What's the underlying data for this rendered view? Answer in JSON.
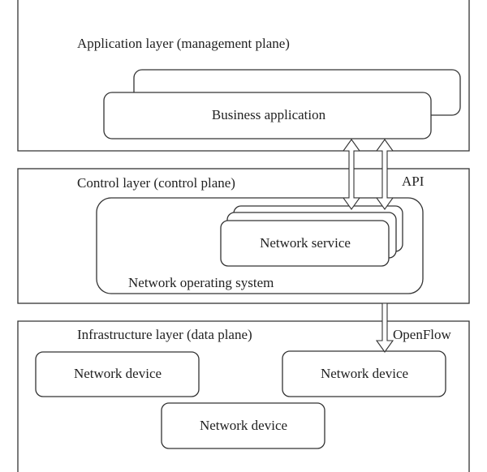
{
  "layers": {
    "application": {
      "label": "Application layer (management plane)",
      "box": "Business application"
    },
    "control": {
      "label": "Control layer (control plane)",
      "api_label": "API",
      "service": "Network service",
      "os": "Network operating system"
    },
    "infrastructure": {
      "label": "Infrastructure layer (data plane)",
      "openflow_label": "OpenFlow",
      "devices": [
        "Network device",
        "Network device",
        "Network device"
      ]
    }
  }
}
